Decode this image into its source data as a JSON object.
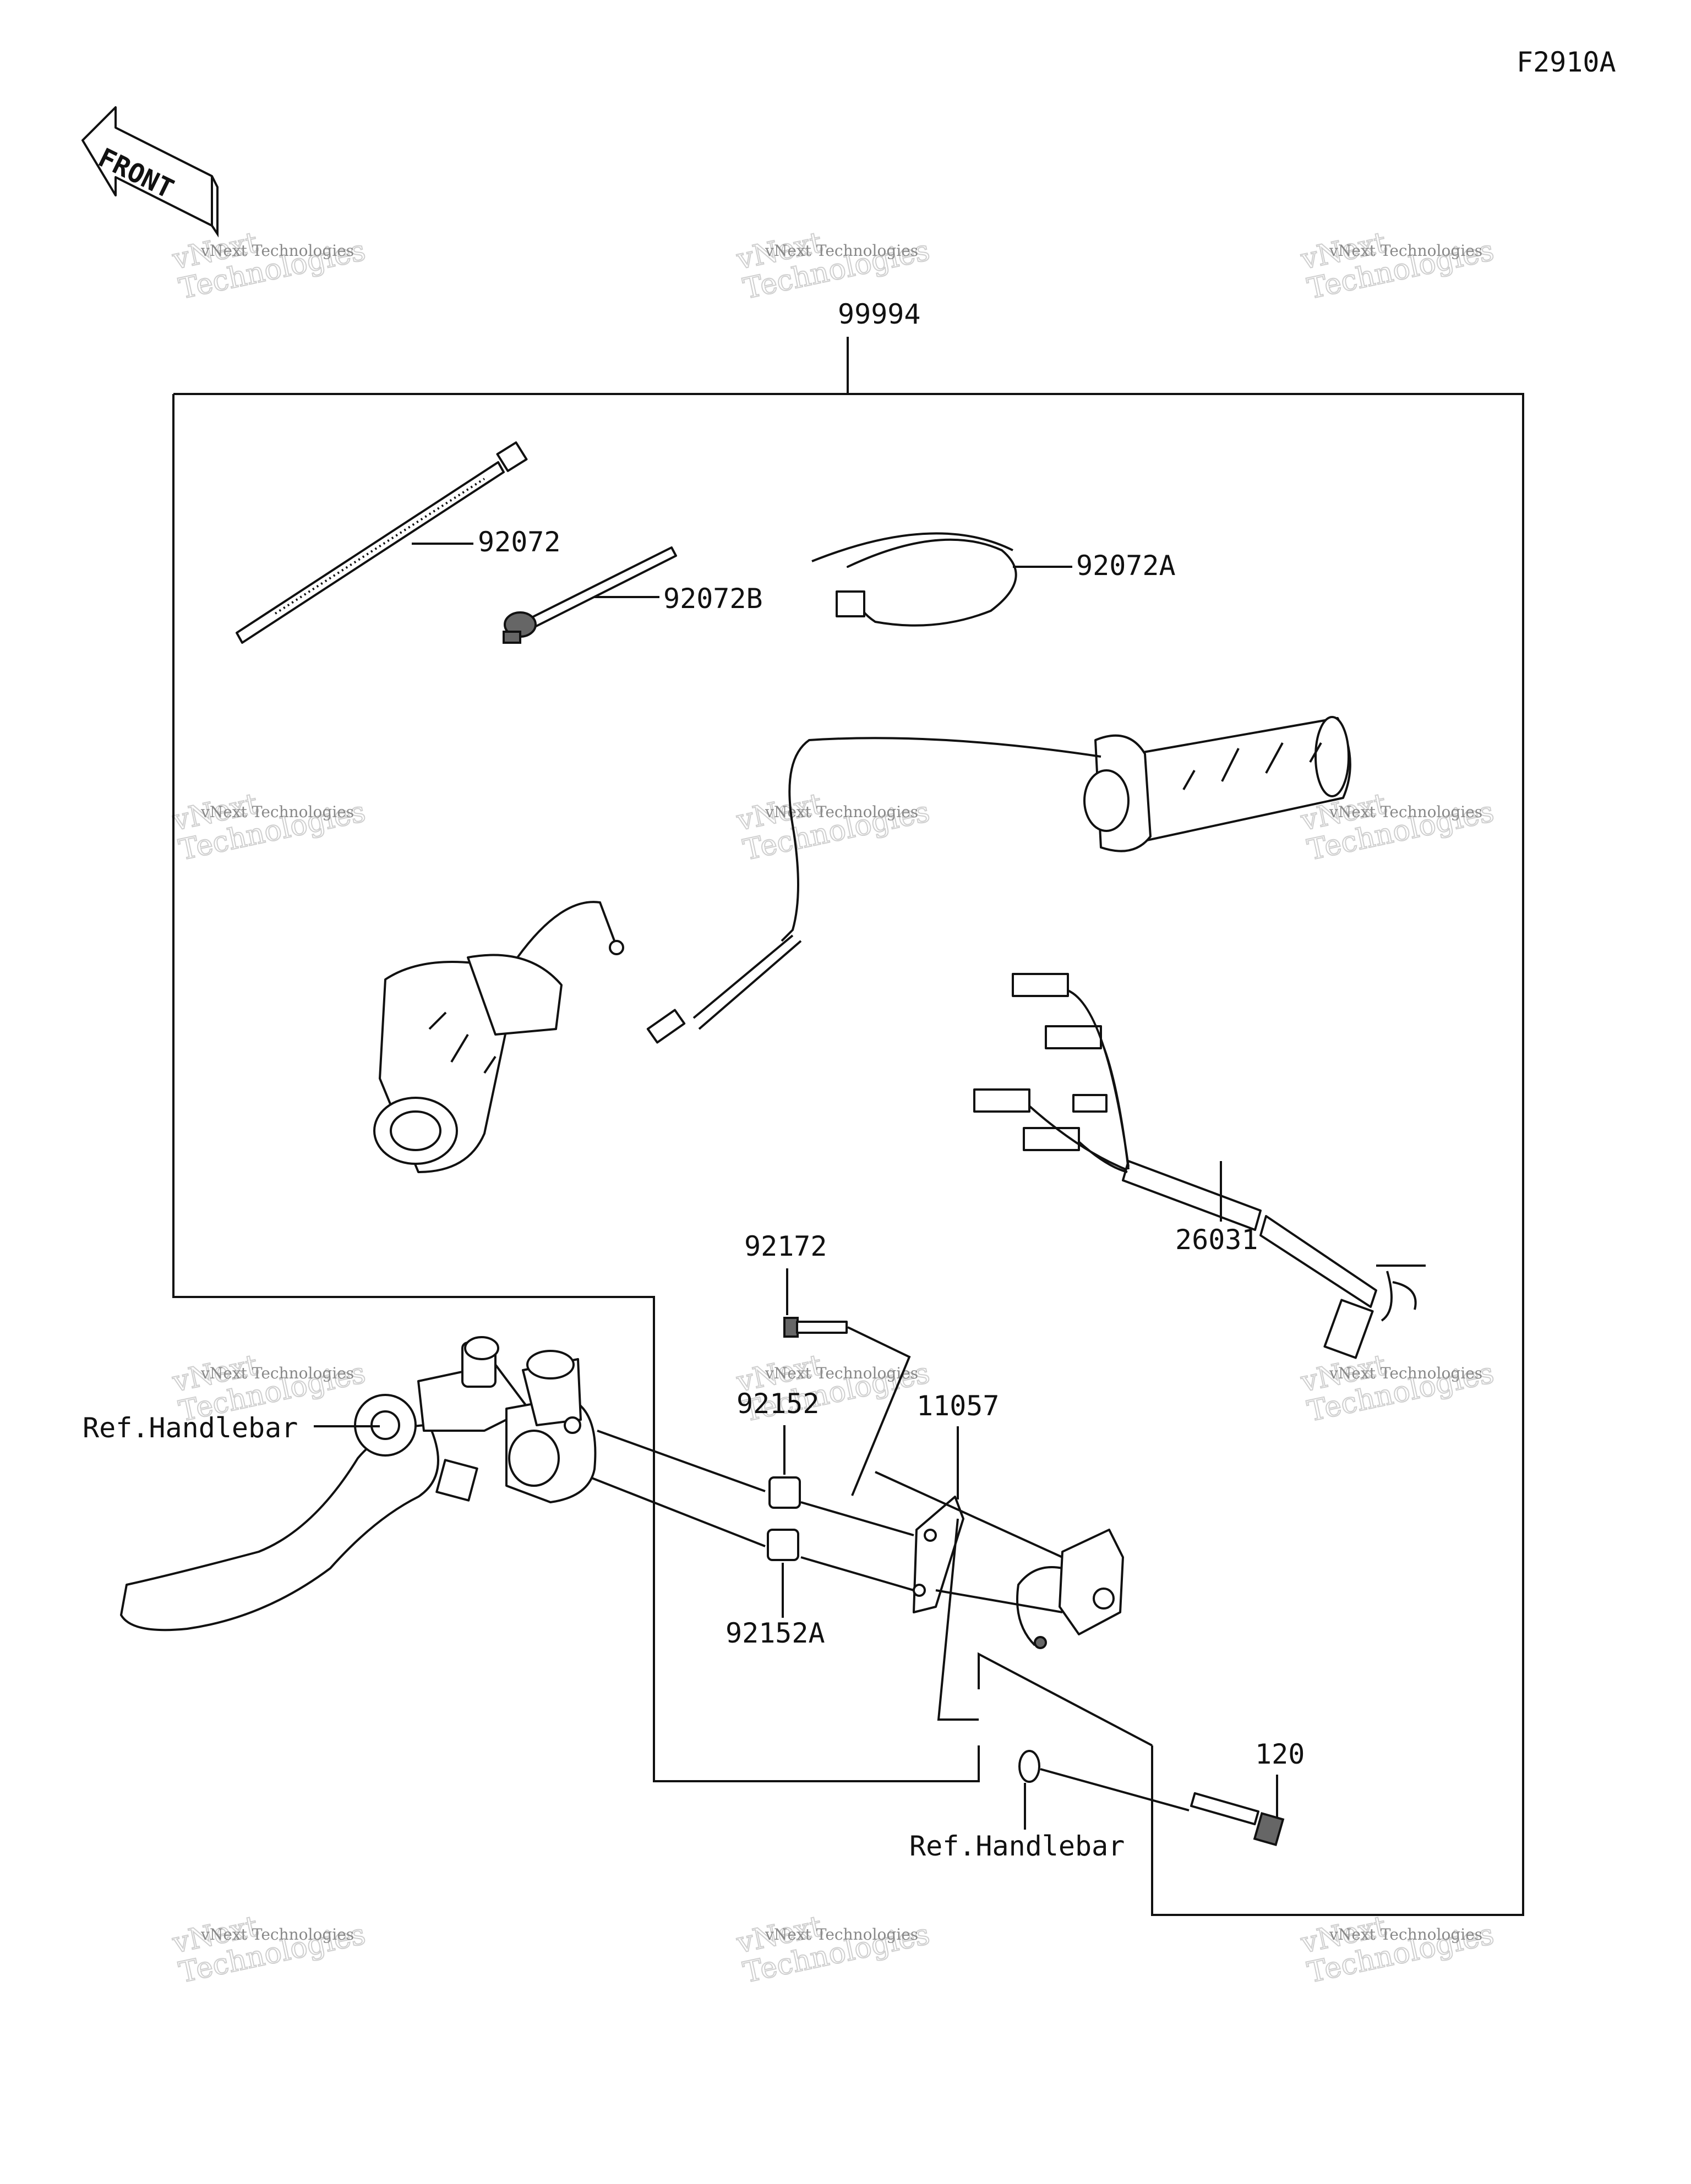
{
  "figure_code": "F2910A",
  "front_label": "FRONT",
  "parts": {
    "kit": "99994",
    "tie_long": "92072",
    "tie_clip": "92072B",
    "tie_loop": "92072A",
    "harness": "26031",
    "screw": "92172",
    "collar_upper": "92152",
    "collar_lower": "92152A",
    "bracket": "11057",
    "bolt": "120"
  },
  "references": {
    "handlebar_left": "Ref.Handlebar",
    "handlebar_bottom": "Ref.Handlebar"
  },
  "watermark": {
    "company": "vNext Technologies",
    "word1": "vNext",
    "word2": "Technologies"
  }
}
